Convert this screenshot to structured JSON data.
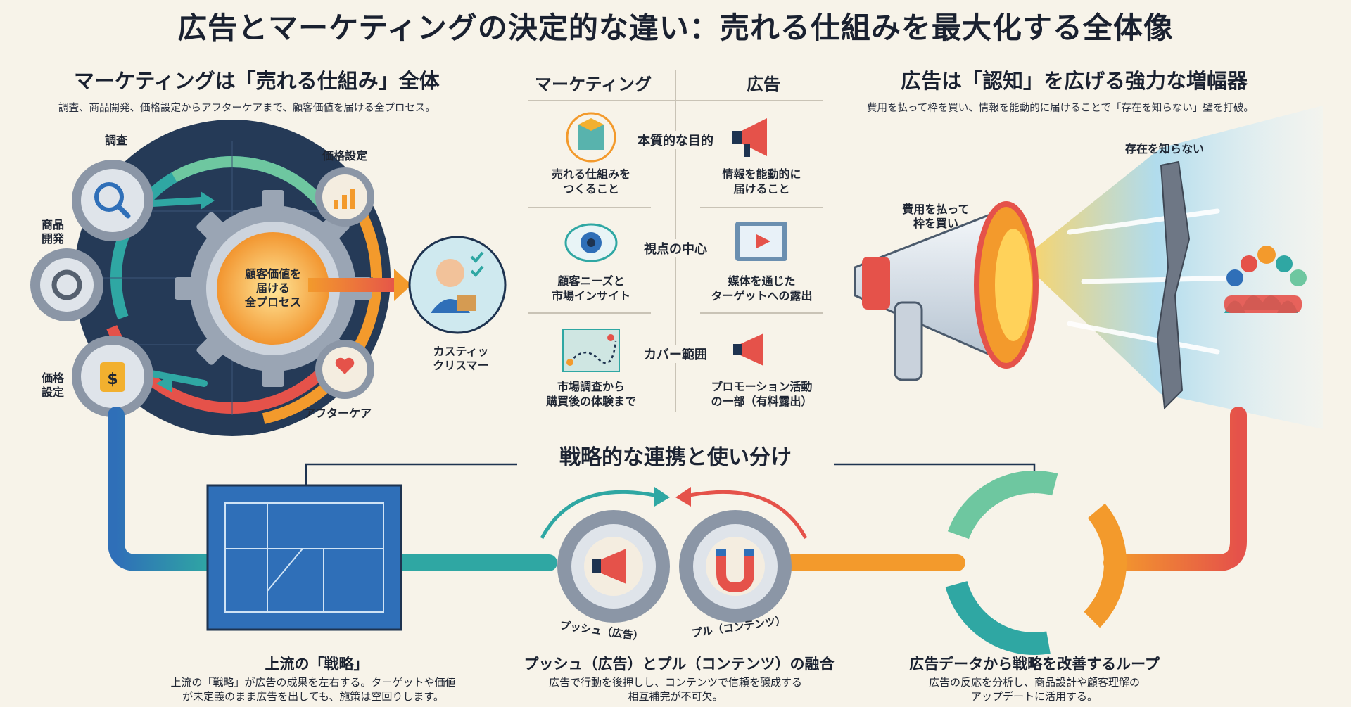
{
  "title": "広告とマーケティングの決定的な違い：売れる仕組みを最大化する全体像",
  "left": {
    "heading": "マーケティングは「売れる仕組み」全体",
    "sub": "調査、商品開発、価格設定からアフターケアまで、顧客価値を届ける全プロセス。",
    "center": "顧客価値を\n届ける\n全プロセス",
    "labels": {
      "research": "調査",
      "product_dev": "商品\n開発",
      "pricing_top": "価格設定",
      "pricing_side": "価格\n設定",
      "aftercare": "アフターケア",
      "customer": "カスティッ\nクリスマー"
    }
  },
  "compare": {
    "col_marketing": "マーケティング",
    "col_ad": "広告",
    "rows": [
      {
        "label": "本質的な目的",
        "marketing": "売れる仕組みを\nつくること",
        "ad": "情報を能動的に\n届けること",
        "m_icon": "system-cube-icon",
        "a_icon": "megaphone-icon"
      },
      {
        "label": "視点の中心",
        "marketing": "顧客ニーズと\n市場インサイト",
        "ad": "媒体を通じた\nターゲットへの露出",
        "m_icon": "eye-icon",
        "a_icon": "monitor-play-icon"
      },
      {
        "label": "カバー範囲",
        "marketing": "市場調査から\n購買後の体験まで",
        "ad": "プロモーション活動\nの一部（有料露出）",
        "m_icon": "map-route-icon",
        "a_icon": "small-megaphone-icon"
      }
    ]
  },
  "right": {
    "heading": "広告は「認知」を広げる強力な増幅器",
    "sub": "費用を払って枠を買い、情報を能動的に届けることで「存在を知らない」壁を打破。",
    "pay_label": "費用を払って\n枠を買い",
    "unknown_label": "存在を知らない"
  },
  "bottom": {
    "heading": "戦略的な連携と使い分け",
    "strategy": {
      "title": "上流の「戦略」",
      "desc": "上流の「戦略」が広告の成果を左右する。ターゲットや価値\nが未定義のまま広告を出しても、施策は空回りします。"
    },
    "fusion": {
      "title": "プッシュ（広告）とプル（コンテンツ）の融合",
      "desc": "広告で行動を後押しし、コンテンツで信頼を醸成する\n相互補完が不可欠。",
      "push": "プッシュ（広告）",
      "pull": "プル（コンテンツ）"
    },
    "loop": {
      "title": "広告データから戦略を改善するループ",
      "desc": "広告の反応を分析し、商品設計や顧客理解の\nアップデートに活用する。"
    }
  },
  "colors": {
    "bg": "#f7f3e9",
    "navy": "#1e3350",
    "orange": "#f39a2c",
    "teal": "#2fa7a3",
    "blue": "#2f6fb8",
    "red": "#e5524a",
    "gear": "#8b96a6"
  }
}
